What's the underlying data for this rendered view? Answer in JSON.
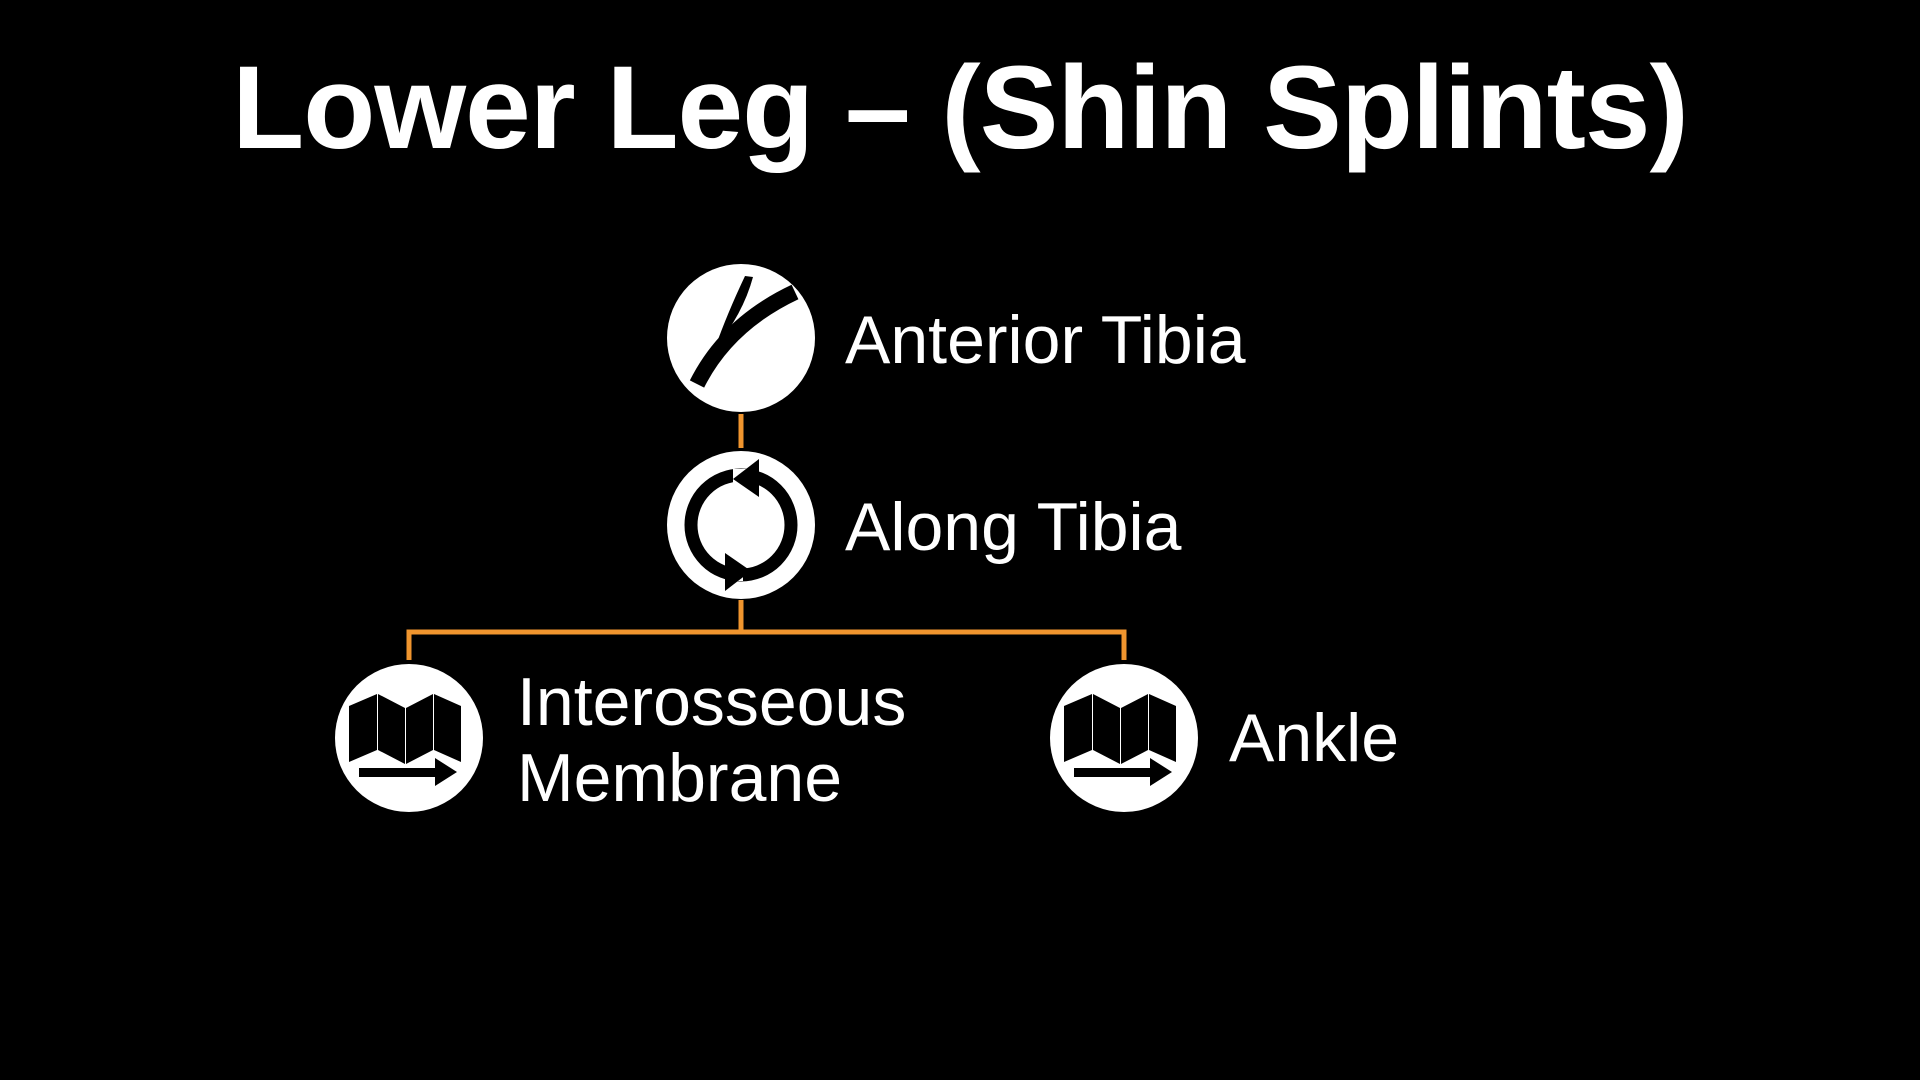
{
  "title": "Lower Leg – (Shin Splints)",
  "accent_color": "#F0952E",
  "nodes": {
    "anterior": {
      "label": "Anterior Tibia",
      "icon": "bone-fracture-icon"
    },
    "along": {
      "label": "Along Tibia",
      "icon": "cycle-arrows-icon"
    },
    "interosseous": {
      "label_line1": "Interosseous",
      "label_line2": "Membrane",
      "icon": "folded-map-arrow-icon"
    },
    "ankle": {
      "label": "Ankle",
      "icon": "folded-map-arrow-icon"
    }
  }
}
